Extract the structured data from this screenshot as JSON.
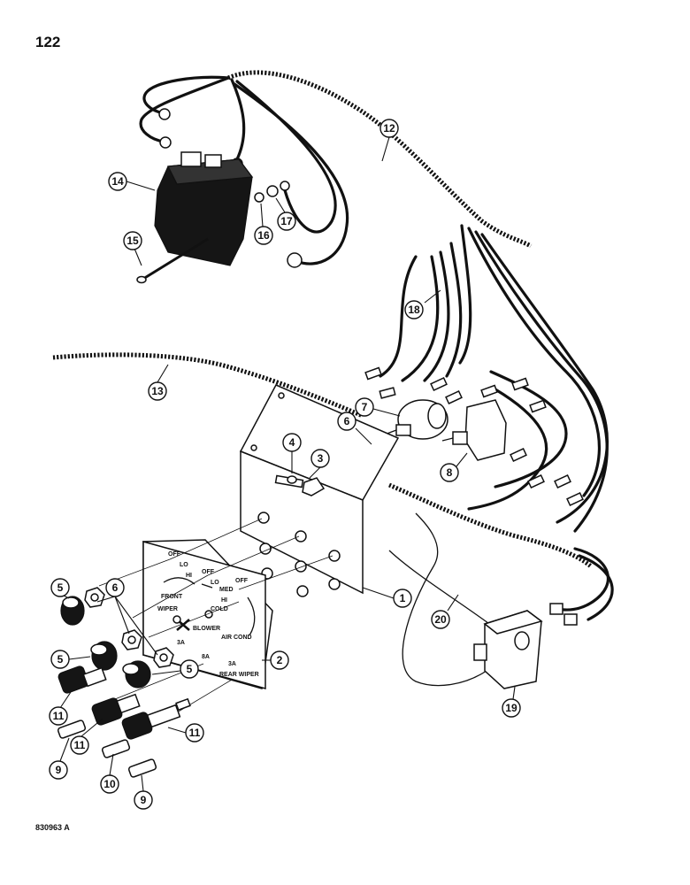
{
  "page_number": "122",
  "figure_code": "830963 A",
  "callouts": [
    {
      "id": "c1",
      "label": "1"
    },
    {
      "id": "c2",
      "label": "2"
    },
    {
      "id": "c3",
      "label": "3"
    },
    {
      "id": "c4",
      "label": "4"
    },
    {
      "id": "c5a",
      "label": "5"
    },
    {
      "id": "c5b",
      "label": "5"
    },
    {
      "id": "c5c",
      "label": "5"
    },
    {
      "id": "c6a",
      "label": "6"
    },
    {
      "id": "c6b",
      "label": "6"
    },
    {
      "id": "c7",
      "label": "7"
    },
    {
      "id": "c8",
      "label": "8"
    },
    {
      "id": "c9a",
      "label": "9"
    },
    {
      "id": "c9b",
      "label": "9"
    },
    {
      "id": "c10",
      "label": "10"
    },
    {
      "id": "c11a",
      "label": "11"
    },
    {
      "id": "c11b",
      "label": "11"
    },
    {
      "id": "c11c",
      "label": "11"
    },
    {
      "id": "c12",
      "label": "12"
    },
    {
      "id": "c13",
      "label": "13"
    },
    {
      "id": "c14",
      "label": "14"
    },
    {
      "id": "c15",
      "label": "15"
    },
    {
      "id": "c16",
      "label": "16"
    },
    {
      "id": "c17",
      "label": "17"
    },
    {
      "id": "c18",
      "label": "18"
    },
    {
      "id": "c19",
      "label": "19"
    },
    {
      "id": "c20",
      "label": "20"
    }
  ],
  "panel_labels": {
    "off1": "OFF",
    "lo1": "LO",
    "hi1": "HI",
    "front": "FRONT",
    "wiper": "WIPER",
    "off2": "OFF",
    "lo2": "LO",
    "med": "MED",
    "hi2": "HI",
    "cold": "COLD",
    "blower": "BLOWER",
    "air_cond": "AIR COND",
    "off3": "OFF",
    "amp_3a_1": "3A",
    "amp_8a": "8A",
    "amp_3a_2": "3A",
    "rear_wiper": "REAR WIPER"
  }
}
